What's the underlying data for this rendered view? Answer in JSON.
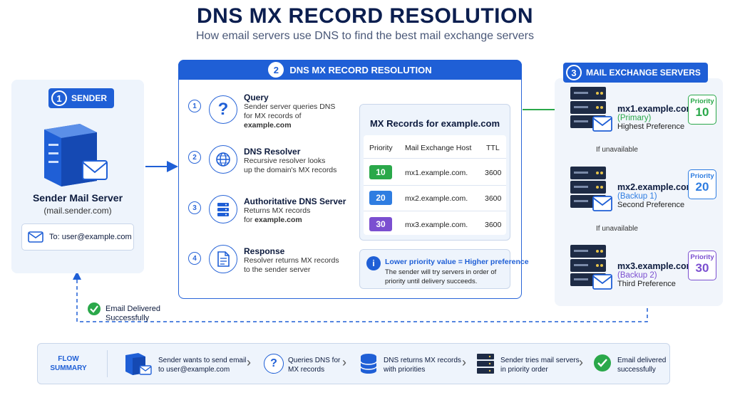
{
  "title": "DNS MX RECORD RESOLUTION",
  "subtitle": "How email servers use DNS to find the best mail exchange servers",
  "sender": {
    "step": "1",
    "label": "SENDER",
    "server_name": "Sender Mail Server",
    "server_host": "(mail.sender.com)",
    "to": "To: user@example.com"
  },
  "resolution": {
    "step": "2",
    "label": "DNS MX RECORD RESOLUTION",
    "steps": [
      {
        "num": "1",
        "title": "Query",
        "desc1": "Sender server queries DNS",
        "desc2": "for MX records of",
        "desc3": "example.com",
        "icon": "question-icon"
      },
      {
        "num": "2",
        "title": "DNS Resolver",
        "desc1": "Recursive resolver looks",
        "desc2": "up the domain's MX records",
        "desc3": "",
        "icon": "globe-icon"
      },
      {
        "num": "3",
        "title": "Authoritative DNS Server",
        "desc1": "Returns MX records",
        "desc2": "for ",
        "desc3": "example.com",
        "icon": "server-icon"
      },
      {
        "num": "4",
        "title": "Response",
        "desc1": "Resolver returns MX records",
        "desc2": "to the sender server",
        "desc3": "",
        "icon": "document-icon"
      }
    ],
    "table": {
      "title": "MX Records for example.com",
      "headers": [
        "Priority",
        "Mail Exchange Host",
        "TTL"
      ],
      "rows": [
        {
          "priority": "10",
          "host": "mx1.example.com.",
          "ttl": "3600",
          "color": "#2aa84a"
        },
        {
          "priority": "20",
          "host": "mx2.example.com.",
          "ttl": "3600",
          "color": "#2f7de1"
        },
        {
          "priority": "30",
          "host": "mx3.example.com.",
          "ttl": "3600",
          "color": "#7b4fd0"
        }
      ]
    },
    "info": {
      "title": "Lower priority value = Higher preference",
      "desc": "The sender will try servers in order of priority until delivery succeeds."
    }
  },
  "mail_servers": {
    "step": "3",
    "label": "MAIL EXCHANGE SERVERS",
    "servers": [
      {
        "host": "mx1.example.com",
        "role": "(Primary)",
        "pref": "Highest Preference",
        "priority_label": "Priority",
        "priority": "10",
        "color": "#2aa84a"
      },
      {
        "host": "mx2.example.com",
        "role": "(Backup 1)",
        "pref": "Second Preference",
        "priority_label": "Priority",
        "priority": "20",
        "color": "#2f7de1"
      },
      {
        "host": "mx3.example.com",
        "role": "(Backup 2)",
        "pref": "Third Preference",
        "priority_label": "Priority",
        "priority": "30",
        "color": "#7b4fd0"
      }
    ],
    "fallback": "If unavailable"
  },
  "delivered": {
    "line1": "Email Delivered",
    "line2": "Successfully"
  },
  "flow": {
    "label1": "FLOW",
    "label2": "SUMMARY",
    "items": [
      {
        "l1": "Sender wants to send email",
        "l2": "to user@example.com"
      },
      {
        "l1": "Queries DNS for",
        "l2": "MX records"
      },
      {
        "l1": "DNS returns MX records",
        "l2": "with priorities"
      },
      {
        "l1": "Sender tries mail servers",
        "l2": "in priority order"
      },
      {
        "l1": "Email delivered",
        "l2": "successfully"
      }
    ]
  }
}
